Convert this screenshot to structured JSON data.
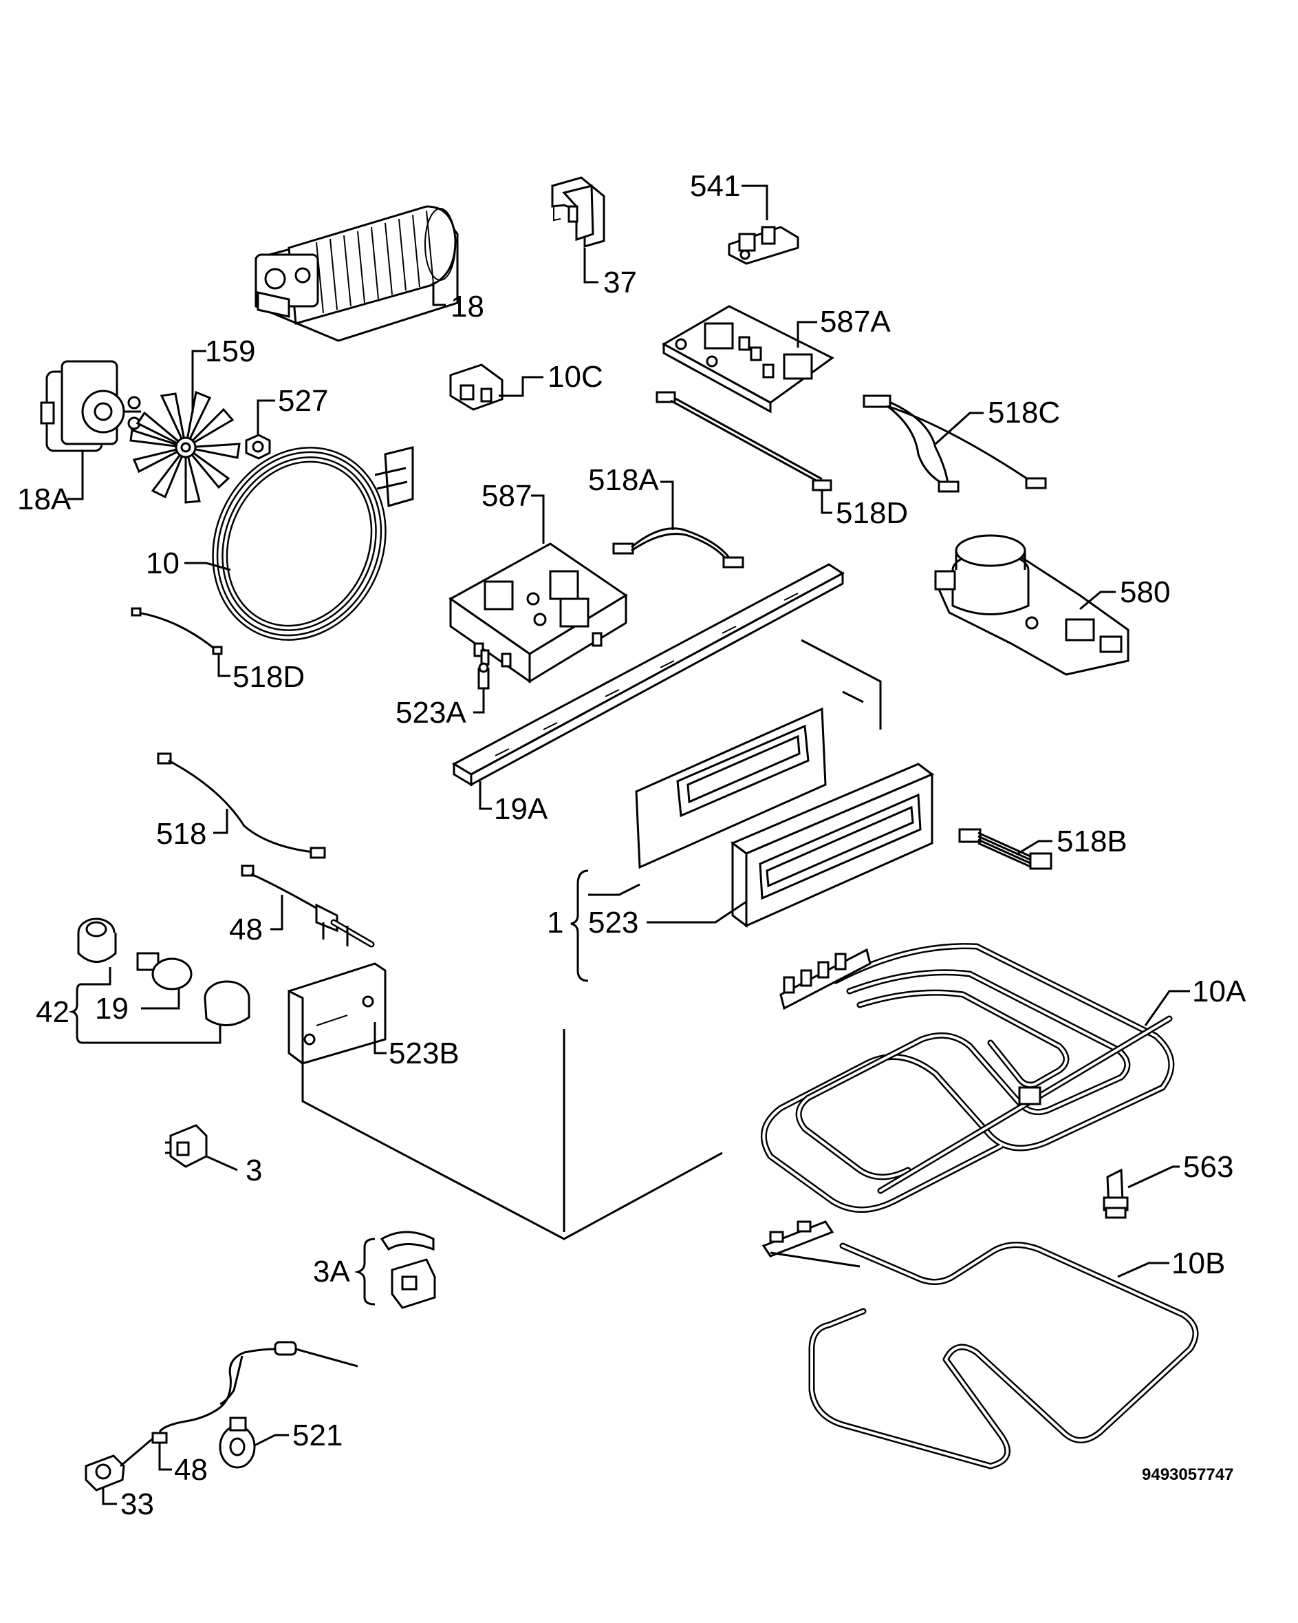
{
  "diagram": {
    "document_number": "9493057747",
    "labels": {
      "p541": "541",
      "p37": "37",
      "p18": "18",
      "p587A": "587A",
      "p10C": "10C",
      "p159": "159",
      "p527": "527",
      "p18A": "18A",
      "p518C": "518C",
      "p518A": "518A",
      "p587": "587",
      "p518D_top": "518D",
      "p10": "10",
      "p580": "580",
      "p518D_left": "518D",
      "p523A": "523A",
      "p19A": "19A",
      "p518": "518",
      "p518B": "518B",
      "p48_upper": "48",
      "p1": "1",
      "p523": "523",
      "p10A": "10A",
      "p42": "42",
      "p19": "19",
      "p523B": "523B",
      "p3": "3",
      "p563": "563",
      "p3A": "3A",
      "p10B": "10B",
      "p521": "521",
      "p48_lower": "48",
      "p33": "33"
    }
  }
}
